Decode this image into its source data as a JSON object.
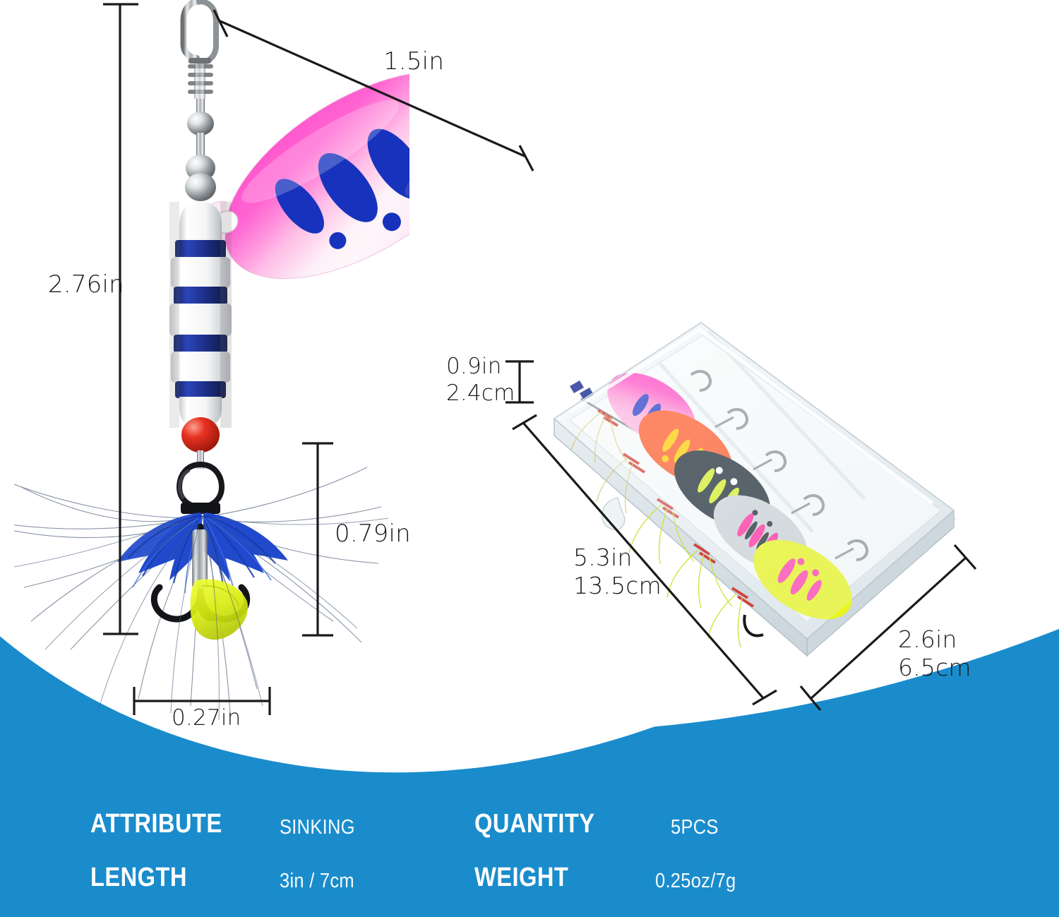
{
  "theme": {
    "brand_blue": "#1a8ccc",
    "dim_text": "#1a1a1a",
    "banner_text": "#ffffff"
  },
  "dimensions": {
    "blade_width": "1.5in",
    "lure_length": "2.76in",
    "hook_height": "0.79in",
    "hook_width": "0.27in",
    "box_height_in": "0.9in",
    "box_height_cm": "2.4cm",
    "box_length_in": "5.3in",
    "box_length_cm": "13.5cm",
    "box_width_in": "2.6in",
    "box_width_cm": "6.5cm"
  },
  "specs": {
    "rows": [
      {
        "left_label": "ATTRIBUTE",
        "left_value": "SINKING",
        "right_label": "QUANTITY",
        "right_value": "5PCS"
      },
      {
        "left_label": "LENGTH",
        "left_value": "3in / 7cm",
        "right_label": "WEIGHT",
        "right_value": "0.25oz/7g"
      }
    ]
  },
  "product": {
    "hero_lure": {
      "blade_color_top": "#ff2ec3",
      "blade_color_bottom": "#ffffff",
      "blade_spot_color": "#1733bd",
      "body_stripe_color": "#22349b",
      "bead_color": "#c92020",
      "skirt_color": "#1f46c8",
      "tag_color": "#d7e81a"
    },
    "tackle_box": {
      "lures": [
        {
          "name": "pink-white-blade",
          "blade": "#ff5bc3",
          "accent": "#1733bd"
        },
        {
          "name": "orange-blade",
          "blade": "#ff5a2b",
          "accent": "#f5d900"
        },
        {
          "name": "black-chartreuse-blade",
          "blade": "#23303a",
          "accent": "#d4f02a"
        },
        {
          "name": "silver-pink-blade",
          "blade": "#c9cfd2",
          "accent": "#ff2ea0"
        },
        {
          "name": "yellow-pink-blade",
          "blade": "#e8f51f",
          "accent": "#ff3fae"
        }
      ]
    }
  }
}
